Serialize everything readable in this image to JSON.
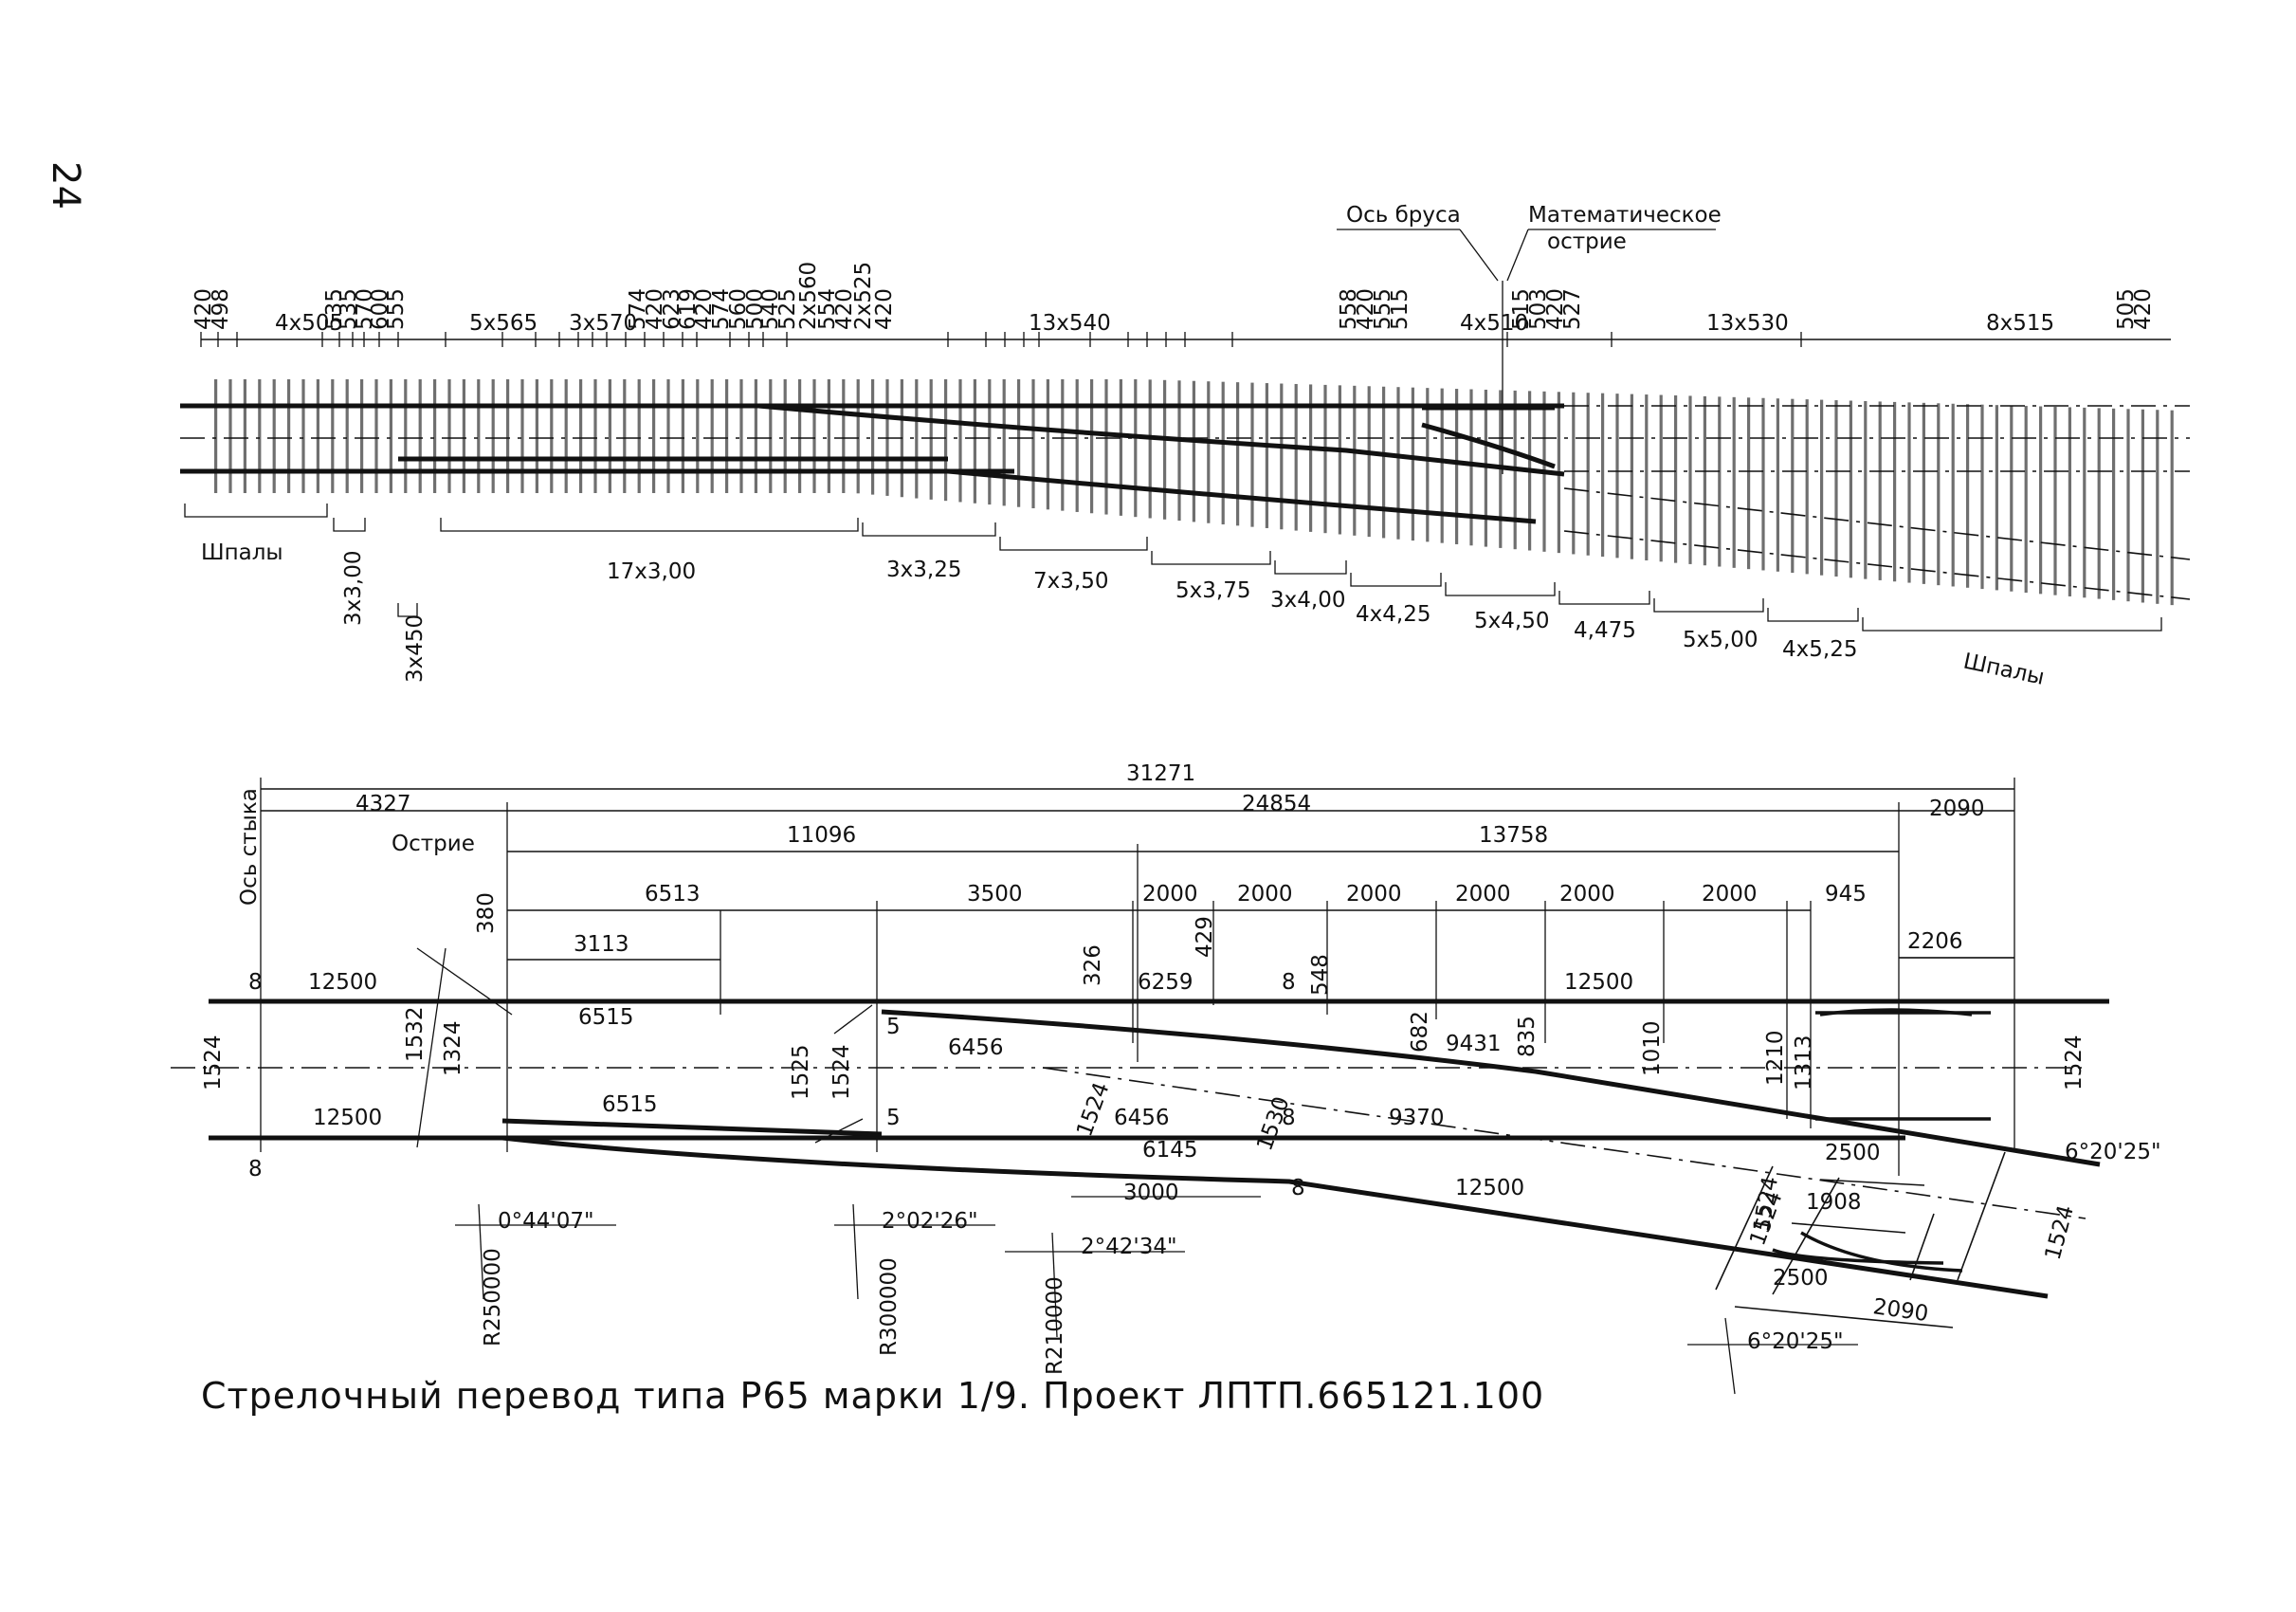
{
  "page_number": "24",
  "caption": "Стрелочный перевод типа Р65 марки 1/9. Проект ЛПТП.665121.100",
  "top": {
    "ann_axis": "Ось бруса",
    "ann_point_1": "Математическое",
    "ann_point_2": "острие",
    "spacing_labels": [
      "420",
      "498",
      "4x505",
      "535",
      "535",
      "570",
      "600",
      "555",
      "5x565",
      "3x570",
      "574",
      "420",
      "623",
      "619",
      "420",
      "574",
      "560",
      "500",
      "540",
      "525",
      "2x560",
      "554",
      "420",
      "2x525",
      "420",
      "13x540",
      "558",
      "420",
      "555",
      "515",
      "4x510",
      "515",
      "503",
      "420",
      "527",
      "13x530",
      "8x515",
      "505",
      "420"
    ],
    "sleeper_labels": [
      "Шпалы",
      "3x3,00",
      "3x450",
      "17x3,00",
      "3x3,25",
      "7x3,50",
      "5x3,75",
      "3x4,00",
      "4x4,25",
      "5x4,50",
      "4,475",
      "5x5,00",
      "4x5,25",
      "Шпалы"
    ]
  },
  "bottom": {
    "axis_label": "Ось стыка",
    "point_label": "Острие",
    "dims_overall": [
      "31271",
      "4327",
      "24854",
      "2090",
      "11096",
      "13758"
    ],
    "dims_row3": [
      "6513",
      "3500",
      "2000",
      "2000",
      "2000",
      "2000",
      "2000",
      "2000",
      "945",
      "2206",
      "380",
      "3113"
    ],
    "rails": [
      "12500",
      "12500",
      "12500",
      "12500",
      "6515",
      "6515",
      "6456",
      "6456",
      "6259",
      "6145",
      "9431",
      "9370",
      "3000"
    ],
    "gauges": [
      "1524",
      "1532",
      "1324",
      "1525",
      "1524",
      "1524",
      "1530",
      "1524",
      "1524",
      "1524",
      "1524"
    ],
    "vertical_dims": [
      "326",
      "429",
      "548",
      "682",
      "835",
      "1010",
      "1210",
      "1313"
    ],
    "frog_dims": [
      "2500",
      "1908",
      "2500",
      "2090"
    ],
    "gaps": [
      "8",
      "8",
      "8",
      "8",
      "8",
      "5",
      "5"
    ],
    "angles": [
      "0°44'07\"",
      "2°02'26\"",
      "2°42'34\"",
      "6°20'25\"",
      "6°20'25\""
    ],
    "radii": [
      "R250000",
      "R300000",
      "R210000"
    ]
  }
}
